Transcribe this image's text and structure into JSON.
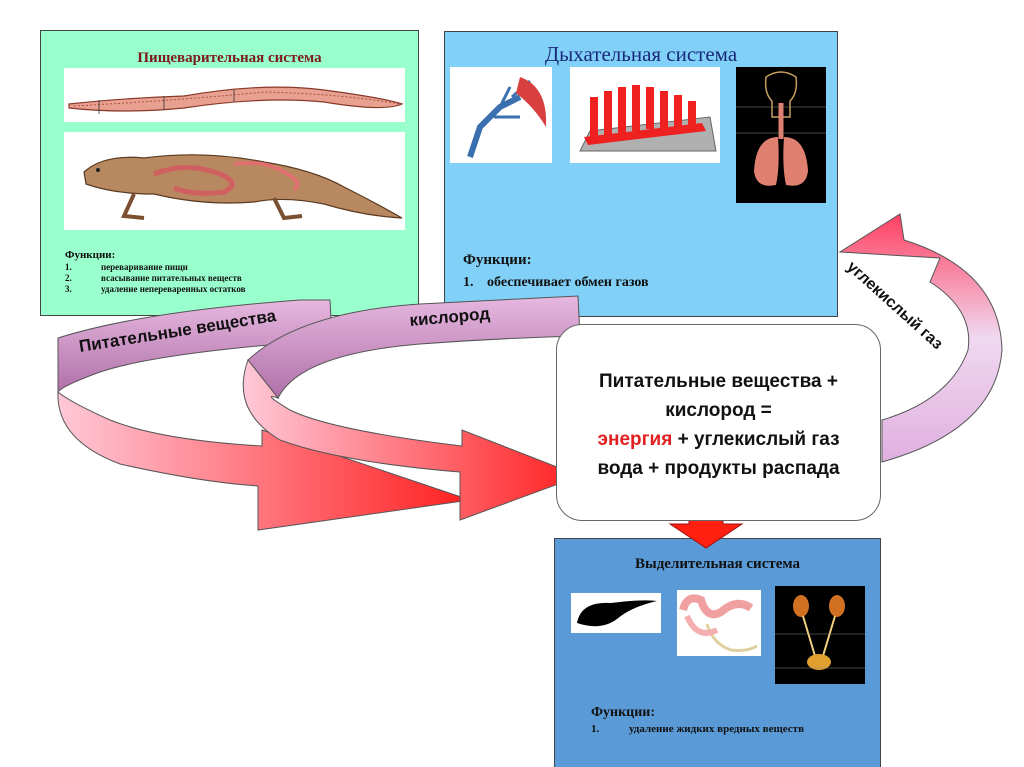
{
  "digestive": {
    "title": "Пищеварительная система",
    "functions_title": "Функции:",
    "functions": [
      {
        "num": "1.",
        "text": "переваривание пищи"
      },
      {
        "num": "2.",
        "text": "всасывание питательных веществ"
      },
      {
        "num": "3.",
        "text": "удаление непереваренных остатков"
      }
    ]
  },
  "respiratory": {
    "title": "Дыхательная система",
    "functions_title": "Функции:",
    "functions": [
      {
        "num": "1.",
        "text": "обеспечивает обмен газов"
      }
    ]
  },
  "excretory": {
    "title": "Выделительная система",
    "functions_title": "Функции:",
    "functions": [
      {
        "num": "1.",
        "text": "удаление жидких вредных веществ"
      }
    ]
  },
  "equation": {
    "line1": "Питательные вещества +",
    "line2": "кислород  =",
    "line3_red": "энергия",
    "line3_rest": " + углекислый газ",
    "line4": "вода + продукты распада"
  },
  "arrows": {
    "nutrients": "Питательные вещества",
    "oxygen": "кислород",
    "co2": "углекислый газ"
  },
  "colors": {
    "digestive_bg": "#99ffcc",
    "respiratory_bg": "#80d0f8",
    "excretory_bg": "#5a9ad6",
    "arrow_band": "#cc99cc",
    "arrow_red": "#ff3333",
    "highlight": "#e02020"
  }
}
